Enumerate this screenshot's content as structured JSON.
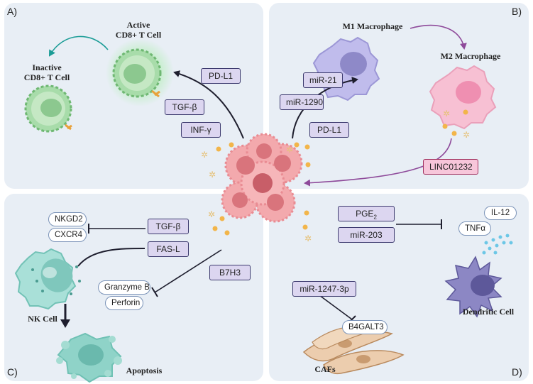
{
  "panels": {
    "a": {
      "label": "A)"
    },
    "b": {
      "label": "B)"
    },
    "c": {
      "label": "C)"
    },
    "d": {
      "label": "D)"
    }
  },
  "cells": {
    "active_t": {
      "line1": "Active",
      "line2": "CD8+ T Cell"
    },
    "inactive_t": {
      "line1": "Inactive",
      "line2": "CD8+ T Cell"
    },
    "m1": "M1 Macrophage",
    "m2": "M2 Macrophage",
    "nk": "NK Cell",
    "apoptosis": "Apoptosis",
    "dendritic": "Dendritic Cell",
    "cafs": "CAFs"
  },
  "factors": {
    "pdl1_a": "PD-L1",
    "tgfb_a": "TGF-β",
    "infg": "INF-γ",
    "mir21": "miR-21",
    "mir1290": "miR-1290",
    "pdl1_b": "PD-L1",
    "linc": "LINC01232",
    "tgfb_c": "TGF-β",
    "fasl": "FAS-L",
    "b7h3": "B7H3",
    "pge2_base": "PGE",
    "pge2_sub": "2",
    "mir203": "miR-203",
    "mir1247": "miR-1247-3p"
  },
  "markers": {
    "nkgd2": "NKGD2",
    "cxcr4": "CXCR4",
    "granzyme": "Granzyme B",
    "perforin": "Perforin",
    "il12": "IL-12",
    "tnfa": "TNFα",
    "b4galt3": "B4GALT3"
  },
  "colors": {
    "panel_bg": "#e8eef5",
    "factor_fill": "#dcd6f0",
    "factor_border": "#3c3a6e",
    "lnc_fill": "#f7c6da",
    "tumor": "#e88a8f",
    "t_cell": "#9fd6a3",
    "nk_cell": "#8fd3c8",
    "m1": "#b9b4e8",
    "m2": "#f6b5cc",
    "dendritic": "#8c87c4",
    "caf": "#e8c7a6",
    "teal_arrow": "#1a9c96",
    "purple_arrow": "#8e4a9a"
  }
}
